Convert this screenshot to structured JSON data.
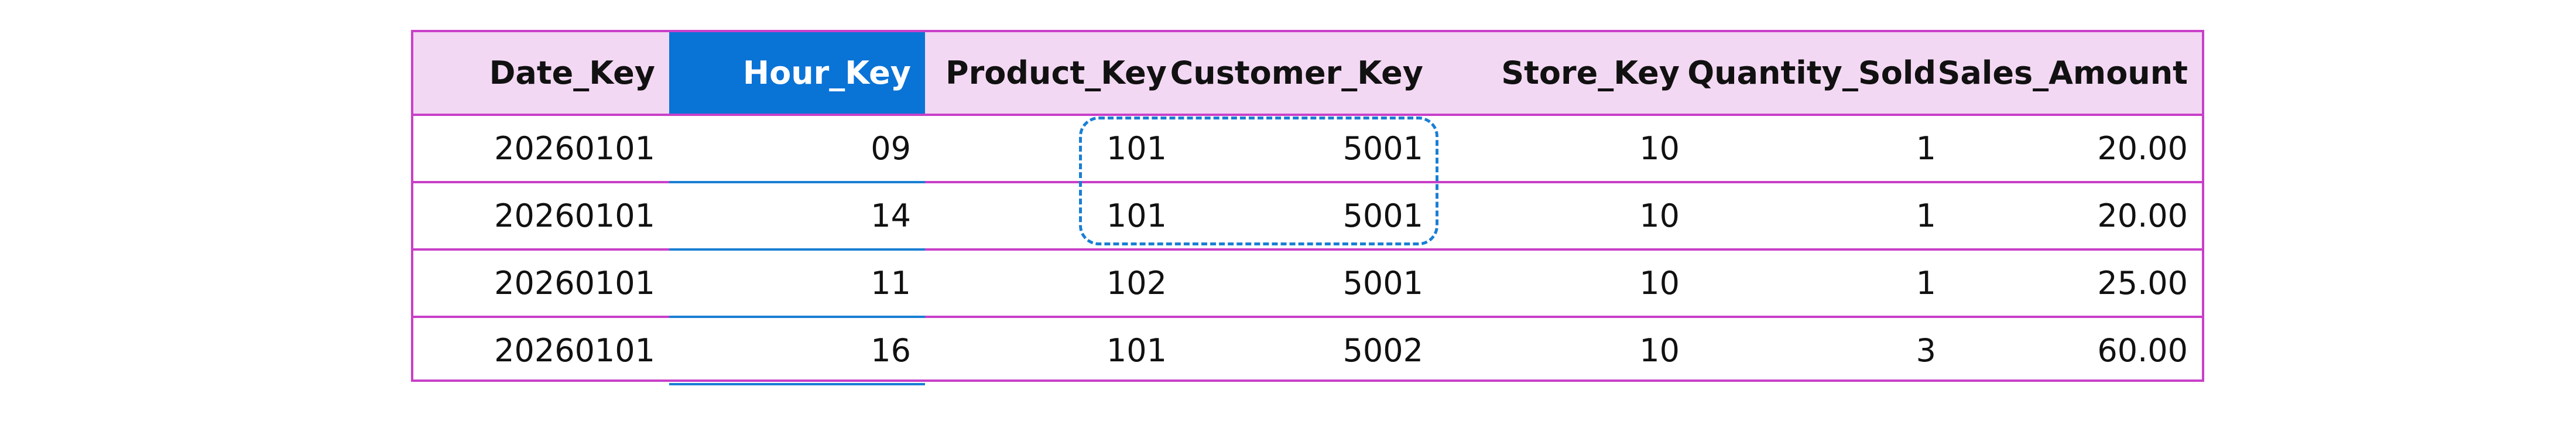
{
  "table": {
    "columns": [
      "Date_Key",
      "Hour_Key",
      "Product_Key",
      "Customer_Key",
      "Store_Key",
      "Quantity_Sold",
      "Sales_Amount"
    ],
    "highlighted_column": "Hour_Key",
    "rows": [
      [
        "20260101",
        "09",
        "101",
        "5001",
        "10",
        "1",
        "20.00"
      ],
      [
        "20260101",
        "14",
        "101",
        "5001",
        "10",
        "1",
        "20.00"
      ],
      [
        "20260101",
        "11",
        "102",
        "5001",
        "10",
        "1",
        "25.00"
      ],
      [
        "20260101",
        "16",
        "101",
        "5002",
        "10",
        "3",
        "60.00"
      ]
    ]
  },
  "colors": {
    "border": "#c840c8",
    "header_background": "#f3d8f3",
    "highlight_header": "#0a73d6",
    "callout_dash": "#1a7fd4"
  }
}
